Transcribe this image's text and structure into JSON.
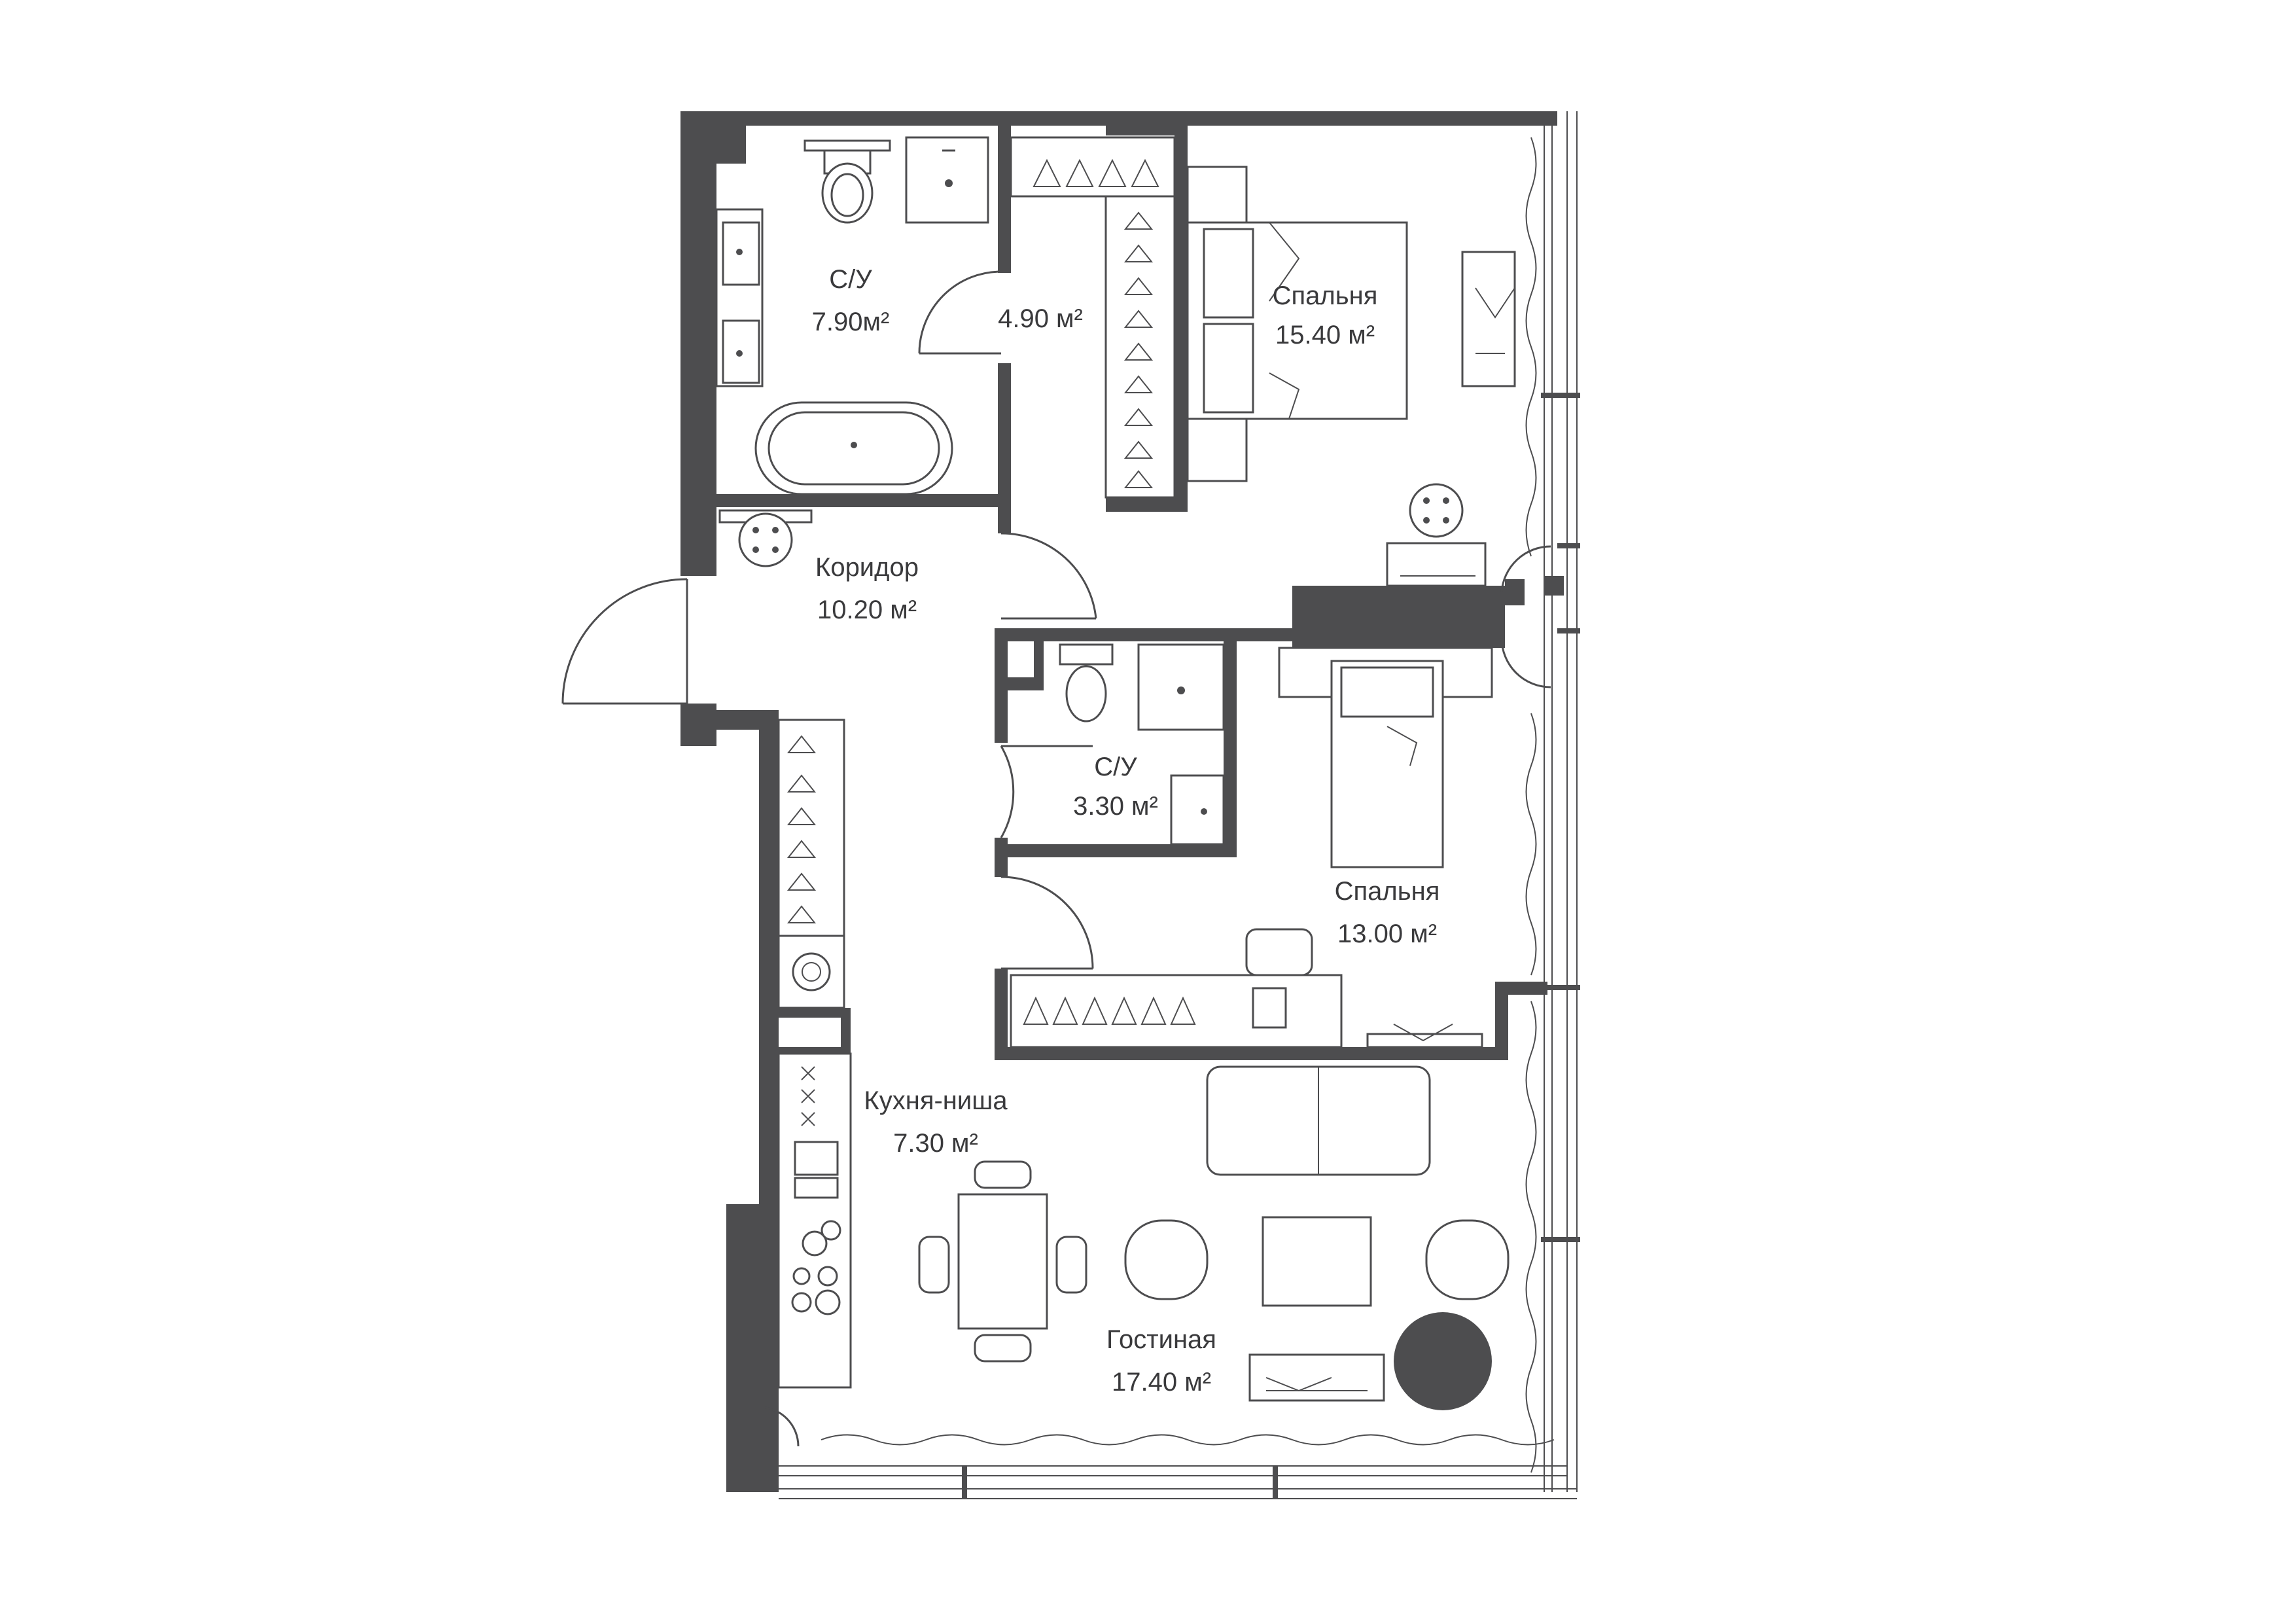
{
  "colors": {
    "wall": "#4d4d4f",
    "line": "#4d4d4f",
    "background": "#ffffff"
  },
  "rooms": {
    "bath1": {
      "name": "С/У",
      "area": "7.90м²"
    },
    "closet": {
      "name": "",
      "area": "4.90 м²"
    },
    "bedroom1": {
      "name": "Спальня",
      "area": "15.40 м²"
    },
    "corridor": {
      "name": "Коридор",
      "area": "10.20 м²"
    },
    "bath2": {
      "name": "С/У",
      "area": "3.30 м²"
    },
    "bedroom2": {
      "name": "Спальня",
      "area": "13.00 м²"
    },
    "kitchen": {
      "name": "Кухня-ниша",
      "area": "7.30 м²"
    },
    "living": {
      "name": "Гостиная",
      "area": "17.40 м²"
    }
  },
  "icons": [
    "toilet-icon",
    "sink-icon",
    "bathtub-icon",
    "bed-icon",
    "hanger-icon",
    "door-swing-icon",
    "sofa-icon",
    "armchair-icon",
    "dining-table-icon",
    "stove-icon",
    "washing-machine-icon",
    "desk-icon",
    "tv-icon"
  ]
}
